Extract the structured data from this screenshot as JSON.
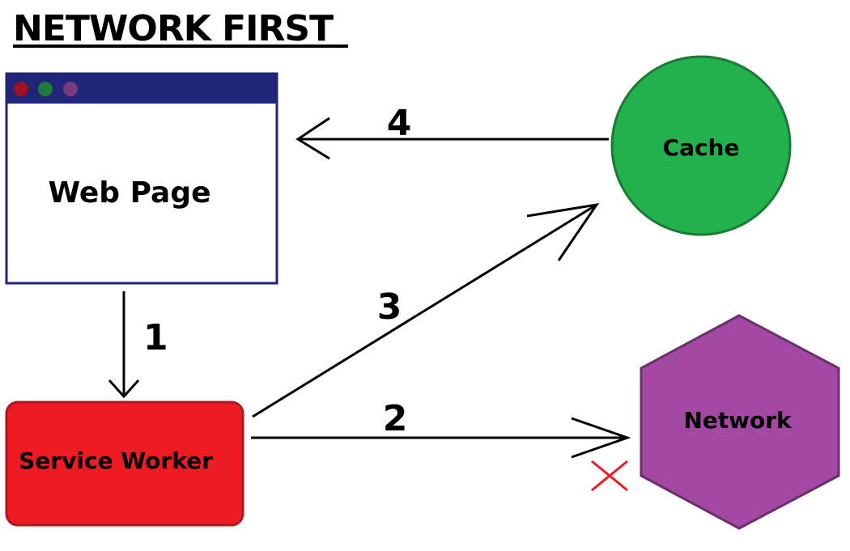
{
  "title": "NETWORK FIRST",
  "nodes": {
    "web_page": {
      "label": "Web Page"
    },
    "service_worker": {
      "label": "Service Worker"
    },
    "cache": {
      "label": "Cache"
    },
    "network": {
      "label": "Network"
    }
  },
  "steps": {
    "step1": "1",
    "step2": "2",
    "step3": "3",
    "step4": "4"
  },
  "colors": {
    "browser_frame": "#1f2677",
    "browser_dot_red": "#a01020",
    "browser_dot_green": "#1d7a37",
    "browser_dot_purple": "#7a3c80",
    "service_worker_fill": "#ed1c24",
    "service_worker_stroke": "#b2141b",
    "cache_fill": "#22b14c",
    "cache_stroke": "#1a7a35",
    "network_fill": "#a349a4",
    "network_stroke": "#6b2f6c",
    "failure_mark": "#ed1c24"
  },
  "icons": {
    "failure": "cross-icon"
  }
}
